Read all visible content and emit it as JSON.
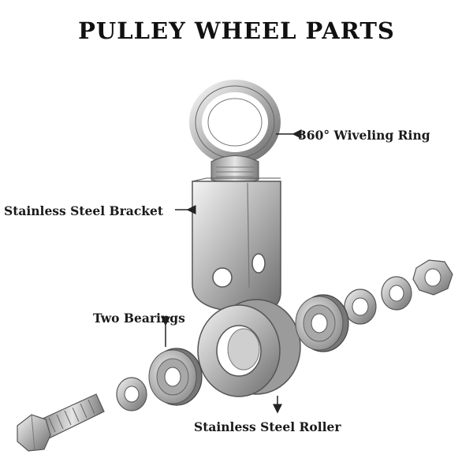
{
  "title": "PULLEY  WHEEL PARTS",
  "labels": {
    "ring": "360° Wiveling Ring",
    "bracket": "Stainless Steel Bracket",
    "bearings": "Two Bearings",
    "roller": "Stainless Steel Roller"
  }
}
